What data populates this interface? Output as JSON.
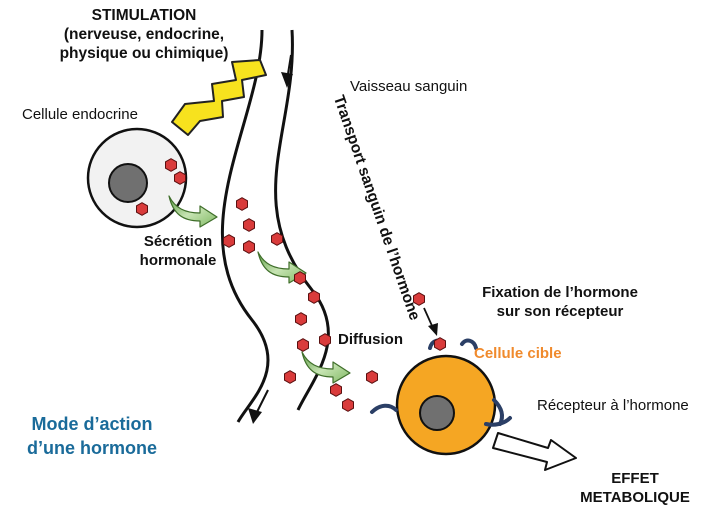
{
  "labels": {
    "stimulation_title": "STIMULATION",
    "stimulation_line2": "(nerveuse, endocrine,",
    "stimulation_line3": "physique ou chimique)",
    "vessel": "Vaisseau sanguin",
    "endocrine_cell": "Cellule endocrine",
    "secretion_line1": "Sécrétion",
    "secretion_line2": "hormonale",
    "transport": "Transport sanguin de l’hormone",
    "diffusion": "Diffusion",
    "fixation_line1": "Fixation de l’hormone",
    "fixation_line2": "sur son récepteur",
    "target_cell": "Cellule cible",
    "receptor": "Récepteur à l’hormone",
    "mode_line1": "Mode d’action",
    "mode_line2": "d’une hormone",
    "effect_line1": "EFFET",
    "effect_line2": "METABOLIQUE"
  },
  "colors": {
    "hormone": "#d93b3b",
    "target_cell": "#f5a623",
    "target_label": "#f08a2c",
    "title": "#1a6b9a",
    "lightning": "#f7e21e",
    "arrow_green": "#8bc06a",
    "nucleus": "#707070"
  },
  "icons": {
    "stimulus": "lightning-bolt-icon",
    "hormone": "hexagon-icon",
    "flow": "curved-arrow-icon",
    "effect": "outline-arrow-icon"
  }
}
